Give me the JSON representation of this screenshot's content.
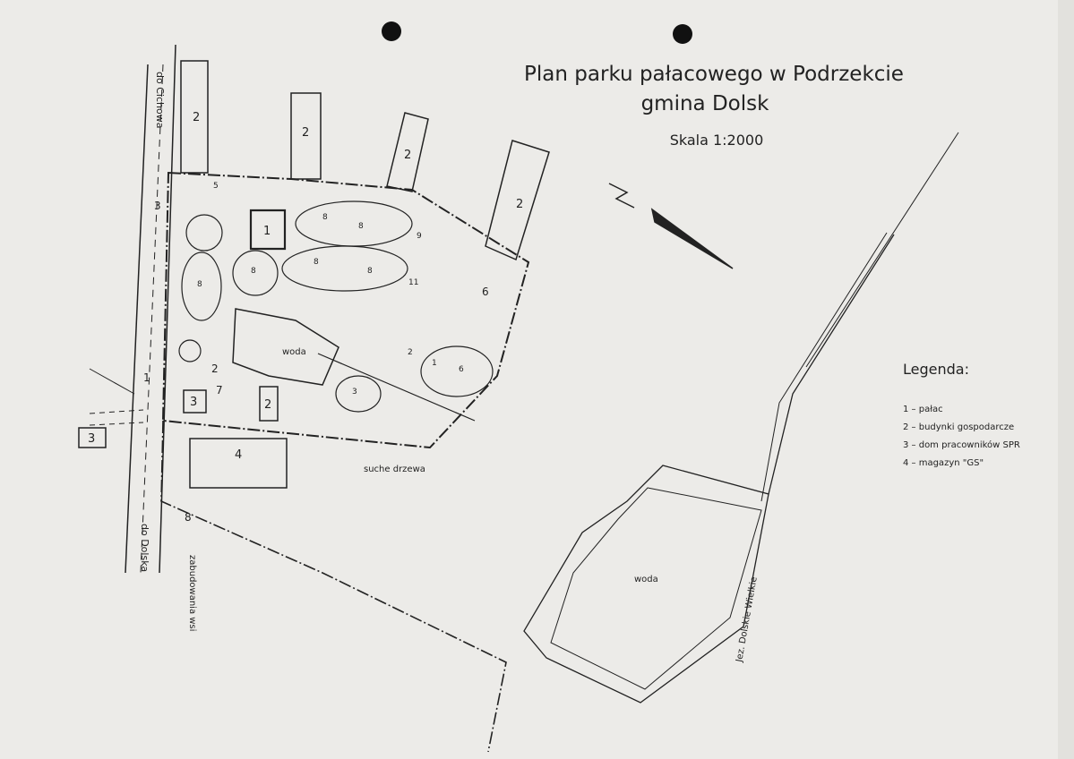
{
  "title": {
    "line1": "Plan parku pałacowego w Podrzekcie",
    "line2": "gmina Dolsk",
    "scale": "Skala 1:2000"
  },
  "legend": {
    "heading": "Legenda:",
    "items": [
      "1 – pałac",
      "2 – budynki gospodarcze",
      "3 – dom pracowników SPR",
      "4 – magazyn \"GS\""
    ]
  },
  "labels": {
    "road_top": "do Cichowa",
    "road_bottom": "do Dolska",
    "village": "zabudowania wsi",
    "lake_name": "Jez. Dolskie Wielkie",
    "pond_water": "woda",
    "lake_water": "woda",
    "dead_trees": "suche drzewa"
  },
  "buildings": [
    {
      "id": "palace",
      "number": "1"
    },
    {
      "id": "b2a",
      "number": "2"
    },
    {
      "id": "b2b",
      "number": "2"
    },
    {
      "id": "b2c",
      "number": "2"
    },
    {
      "id": "b2d",
      "number": "2"
    },
    {
      "id": "b2e",
      "number": "2"
    },
    {
      "id": "b3a",
      "number": "3"
    },
    {
      "id": "b3b",
      "number": "3"
    },
    {
      "id": "b4",
      "number": "4"
    }
  ],
  "viewpoints": [
    "1",
    "2",
    "3",
    "6",
    "7",
    "8"
  ],
  "tree_symbols": [
    "8",
    "11",
    "6",
    "3",
    "1",
    "2",
    "9",
    "5"
  ],
  "colors": {
    "paper": "#ecebe8",
    "ink": "#2a2a2a",
    "hole": "#111111"
  }
}
